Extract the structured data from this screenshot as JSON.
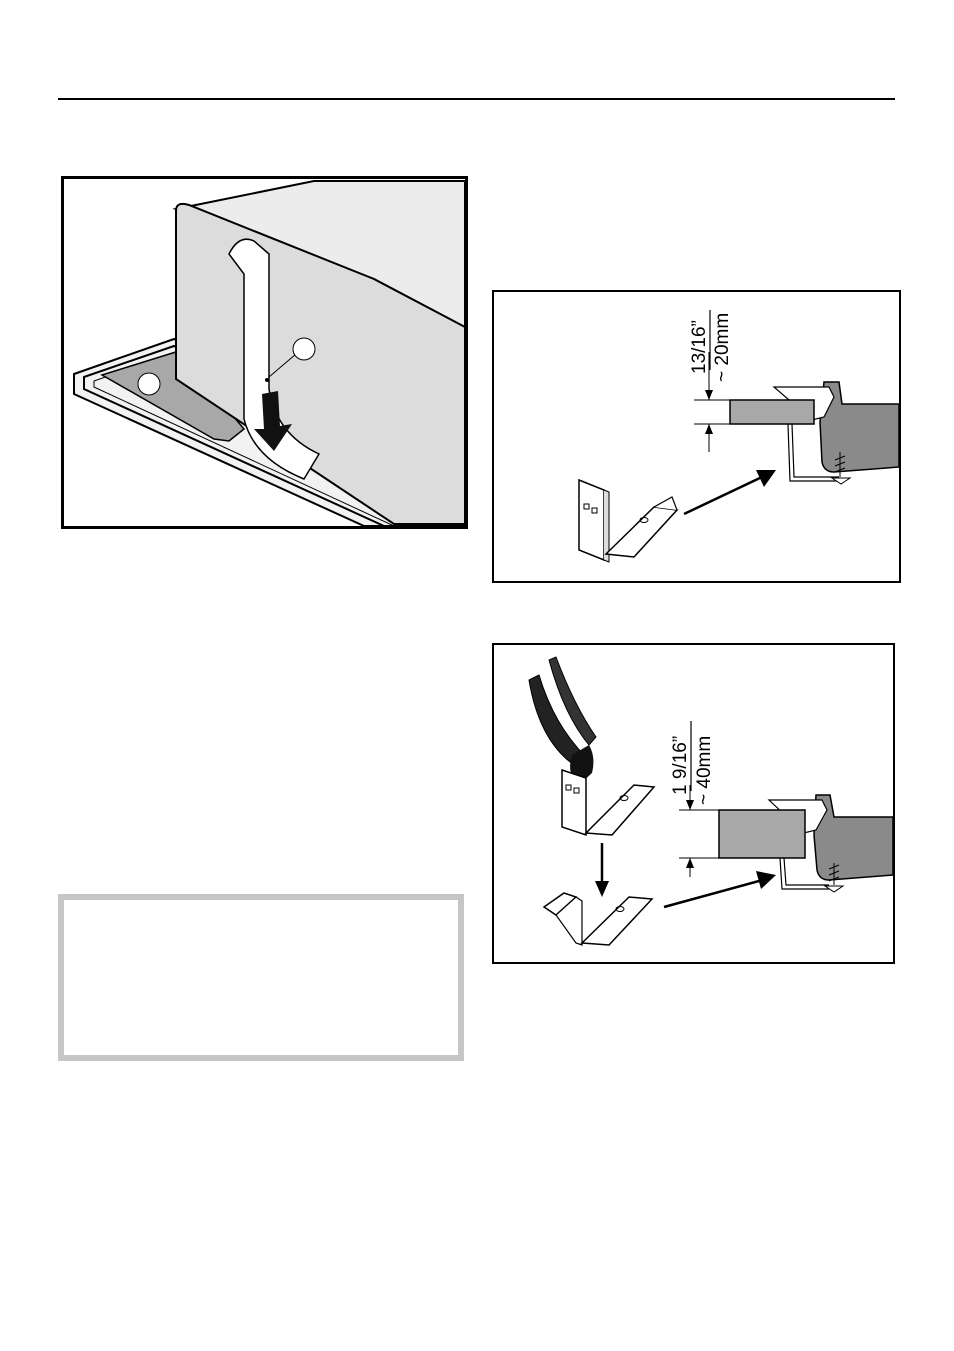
{
  "figure_pier_clip": {
    "dim_imperial": "13/16”",
    "dim_metric": "~ 20mm"
  },
  "figure_bend_clip": {
    "dim_imperial": "1 9/16”",
    "dim_metric": "~ 40mm"
  },
  "colors": {
    "ink": "#000000",
    "light_gray": "#dcdcdc",
    "mid_gray": "#a8a8a8",
    "dark_gray": "#8a8a8a",
    "note_border": "#c6c6c6"
  }
}
